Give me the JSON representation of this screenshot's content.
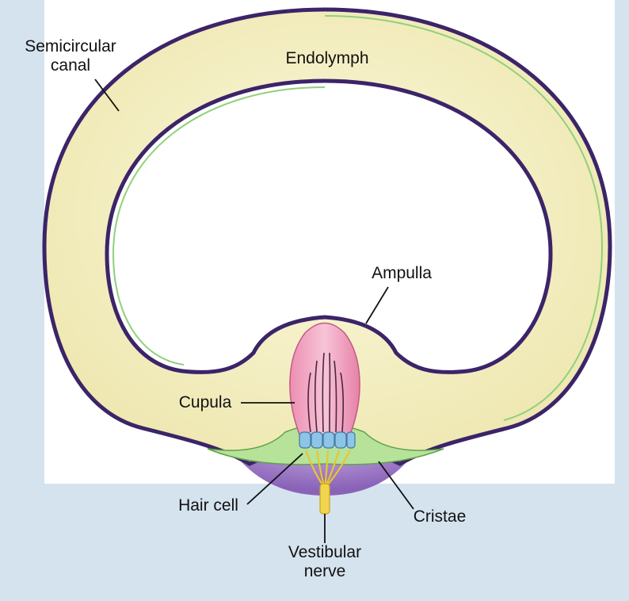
{
  "labels": {
    "semicircular_canal_line1": "Semicircular",
    "semicircular_canal_line2": "canal",
    "endolymph": "Endolymph",
    "ampulla": "Ampulla",
    "cupula": "Cupula",
    "hair_cell": "Hair cell",
    "cristae": "Cristae",
    "vestibular_nerve_line1": "Vestibular",
    "vestibular_nerve_line2": "nerve"
  },
  "colors": {
    "background": "#d5e3ef",
    "canal_fill": "#f6f2c4",
    "canal_outline": "#3b2468",
    "membrane_line": "#8fd17a",
    "cupula_fill": "#f2a9c3",
    "hair_cells": "#8ec4e6",
    "crista_base": "#9a78c4",
    "nerve": "#f1d54e"
  }
}
